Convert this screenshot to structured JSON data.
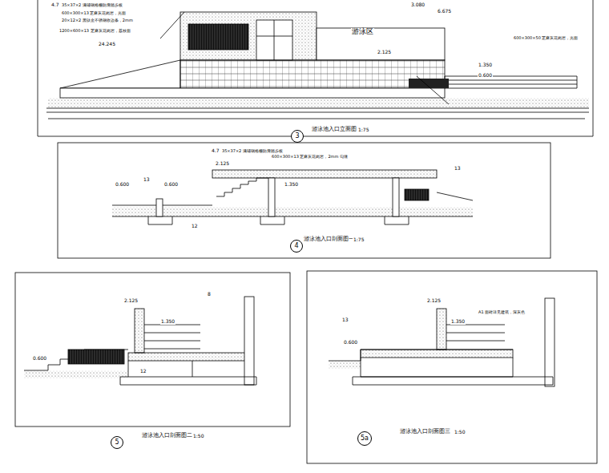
{
  "diagram": {
    "nodes": [
      {
        "text": [
          "3"
        ]
      },
      {
        "text": [
          "4"
        ]
      },
      {
        "text": [
          "5"
        ]
      },
      {
        "text": [
          "5a"
        ]
      }
    ],
    "labels": [
      "4.7",
      "35×37×2 满铺钢格栅防滑踏步板",
      "600×300×13 芝麻灰花岗岩，光面",
      "20×12×2 黑钛金不锈钢收边条，2mm",
      "1200×600×13 芝麻灰花岗岩，荔枝面",
      "24.245",
      "3.080",
      "6.675",
      "游泳区",
      "2.125",
      "1.350",
      "0.600",
      "600×300×50 芝麻灰花岗岩，光面",
      "游泳池入口立面图",
      "1:75",
      "4.7",
      "35×37×2 满铺钢格栅防滑踏步板",
      "600×300×13 芝麻灰花岗岩，2mm 勾缝",
      "2.125",
      "0.600",
      "0.600",
      "1.350",
      "13",
      "12",
      "13",
      "游泳池入口剖面图一",
      "1:75",
      "2.125",
      "1.350",
      "0.600",
      "8",
      "12",
      "游泳池入口剖面图二",
      "1:50",
      "2.125",
      "1.350",
      "0.600",
      "13",
      "A1 面砖详见建筑，深灰色",
      "游泳池入口剖面图三",
      "1:50"
    ]
  }
}
